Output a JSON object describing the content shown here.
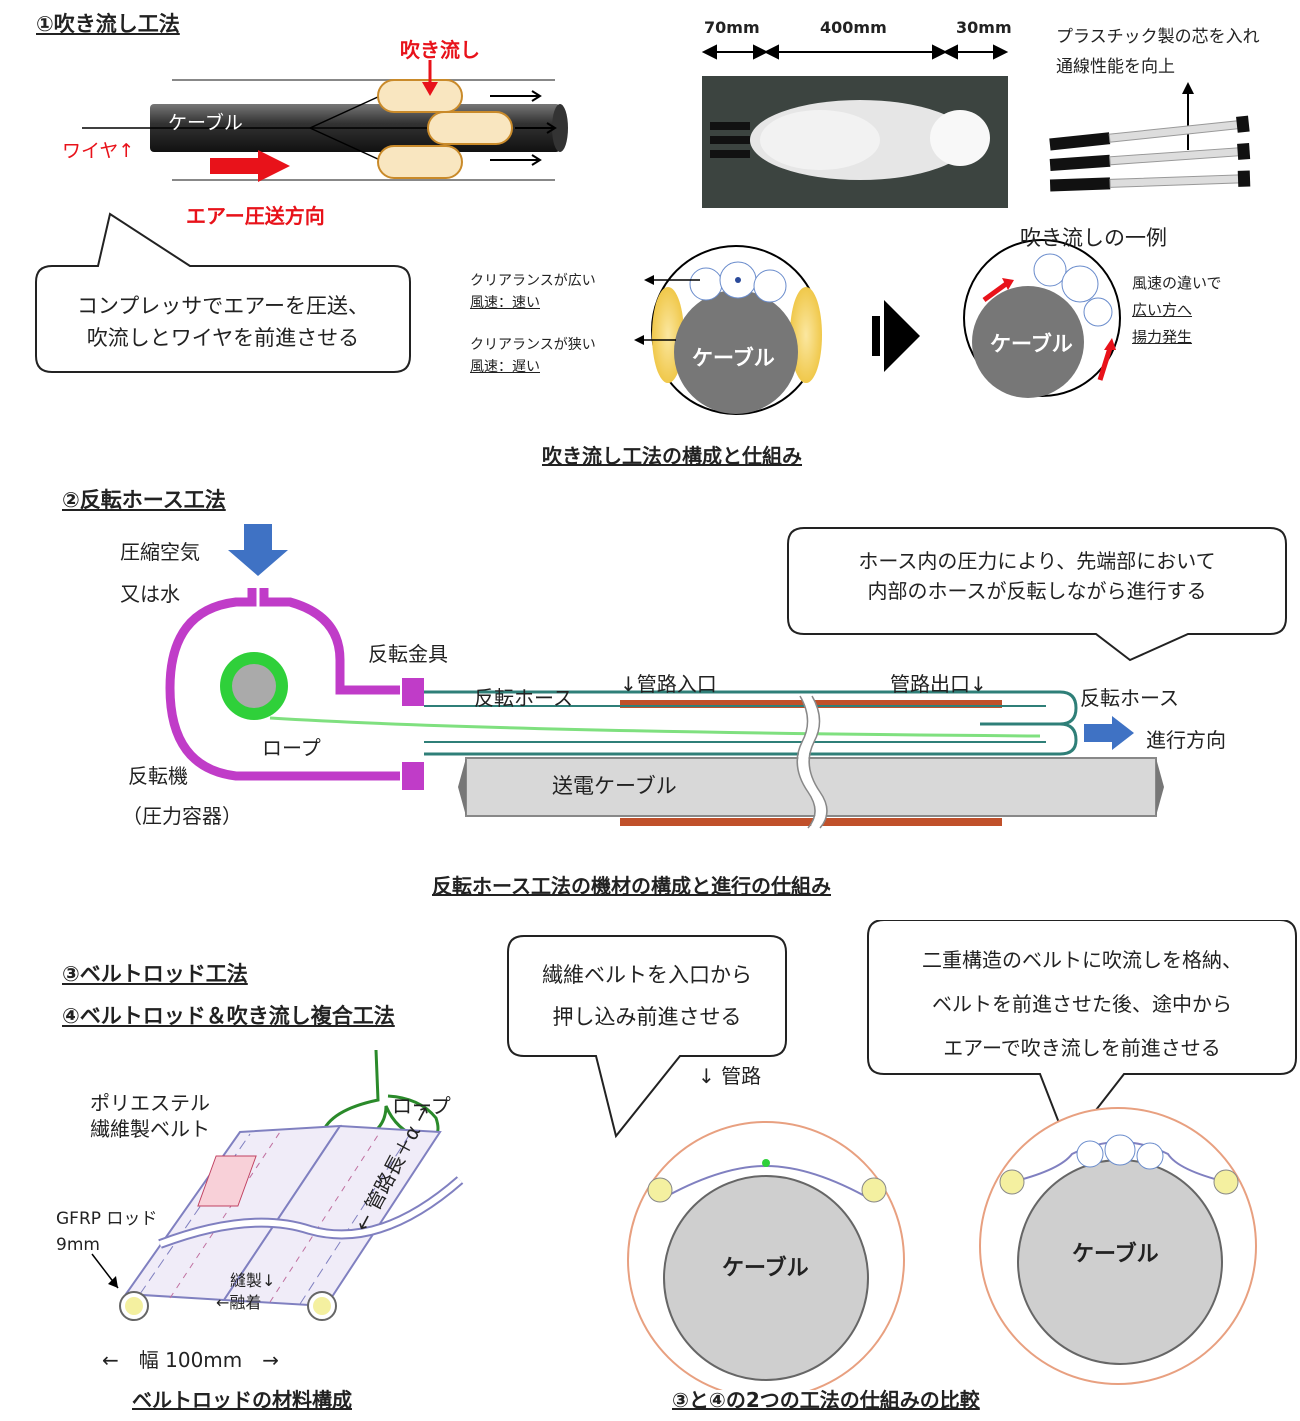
{
  "section1": {
    "heading": "①吹き流し工法",
    "label_fukinagashi": "吹き流し",
    "label_cable": "ケーブル",
    "label_wire": "ワイヤ↑",
    "label_air_direction": "エアー圧送方向",
    "callout": [
      "コンプレッサでエアーを圧送、",
      "吹流しとワイヤを前進させる"
    ],
    "dim_70": "70mm",
    "dim_400": "400mm",
    "dim_30": "30mm",
    "plastic_note": [
      "プラスチック製の芯を入れ",
      "通線性能を向上"
    ],
    "example_title": "吹き流しの一例",
    "clearance_wide": [
      "クリアランスが広い",
      "風速：速い"
    ],
    "clearance_narrow": [
      "クリアランスが狭い",
      "風速：遅い"
    ],
    "cross_cable_left": "ケーブル",
    "cross_cable_right": "ケーブル",
    "wind_note": [
      "風速の違いで",
      "広い方へ",
      "揚力発生"
    ],
    "caption": "吹き流し工法の構成と仕組み"
  },
  "section2": {
    "heading": "②反転ホース工法",
    "compressed": "圧縮空気",
    "or_water": "又は水",
    "fitting": "反転金具",
    "hose_label": "反転ホース",
    "inlet": "↓管路入口",
    "outlet": "管路出口↓",
    "hose_right": "反転ホース",
    "direction": "進行方向",
    "rope": "ロープ",
    "machine": "反転機",
    "pressure_vessel": "（圧力容器）",
    "power_cable": "送電ケーブル",
    "callout": [
      "ホース内の圧力により、先端部において",
      "内部のホースが反転しながら進行する"
    ],
    "caption": "反転ホース工法の機材の構成と進行の仕組み"
  },
  "section3": {
    "heading3": "③ベルトロッド工法",
    "heading4": "④ベルトロッド＆吹き流し複合工法",
    "belt_label": [
      "ポリエステル",
      "繊維製ベルト"
    ],
    "rope": "ロープ",
    "gfrp": [
      "GFRP ロッド",
      "9mm"
    ],
    "sewing": [
      "縫製↓",
      "←融着"
    ],
    "pipe_length": "← 管路長＋α →",
    "width": "←　幅 100mm　→",
    "caption_left": "ベルトロッドの材料構成",
    "callout_left": [
      "繊維ベルトを入口から",
      "押し込み前進させる"
    ],
    "pipe_label": "↓ 管路",
    "callout_right": [
      "二重構造のベルトに吹流しを格納、",
      "ベルトを前進させた後、途中から",
      "エアーで吹き流しを前進させる"
    ],
    "cable_left": "ケーブル",
    "cable_right": "ケーブル",
    "caption_right": "③と④の2つの工法の仕組みの比較"
  },
  "colors": {
    "red": "#e8121a",
    "magenta": "#c03cc8",
    "blue_arrow": "#3f72c4",
    "copper": "#c0502a",
    "teal": "#2f7f78",
    "cable_gray": "#c8c8c8"
  }
}
